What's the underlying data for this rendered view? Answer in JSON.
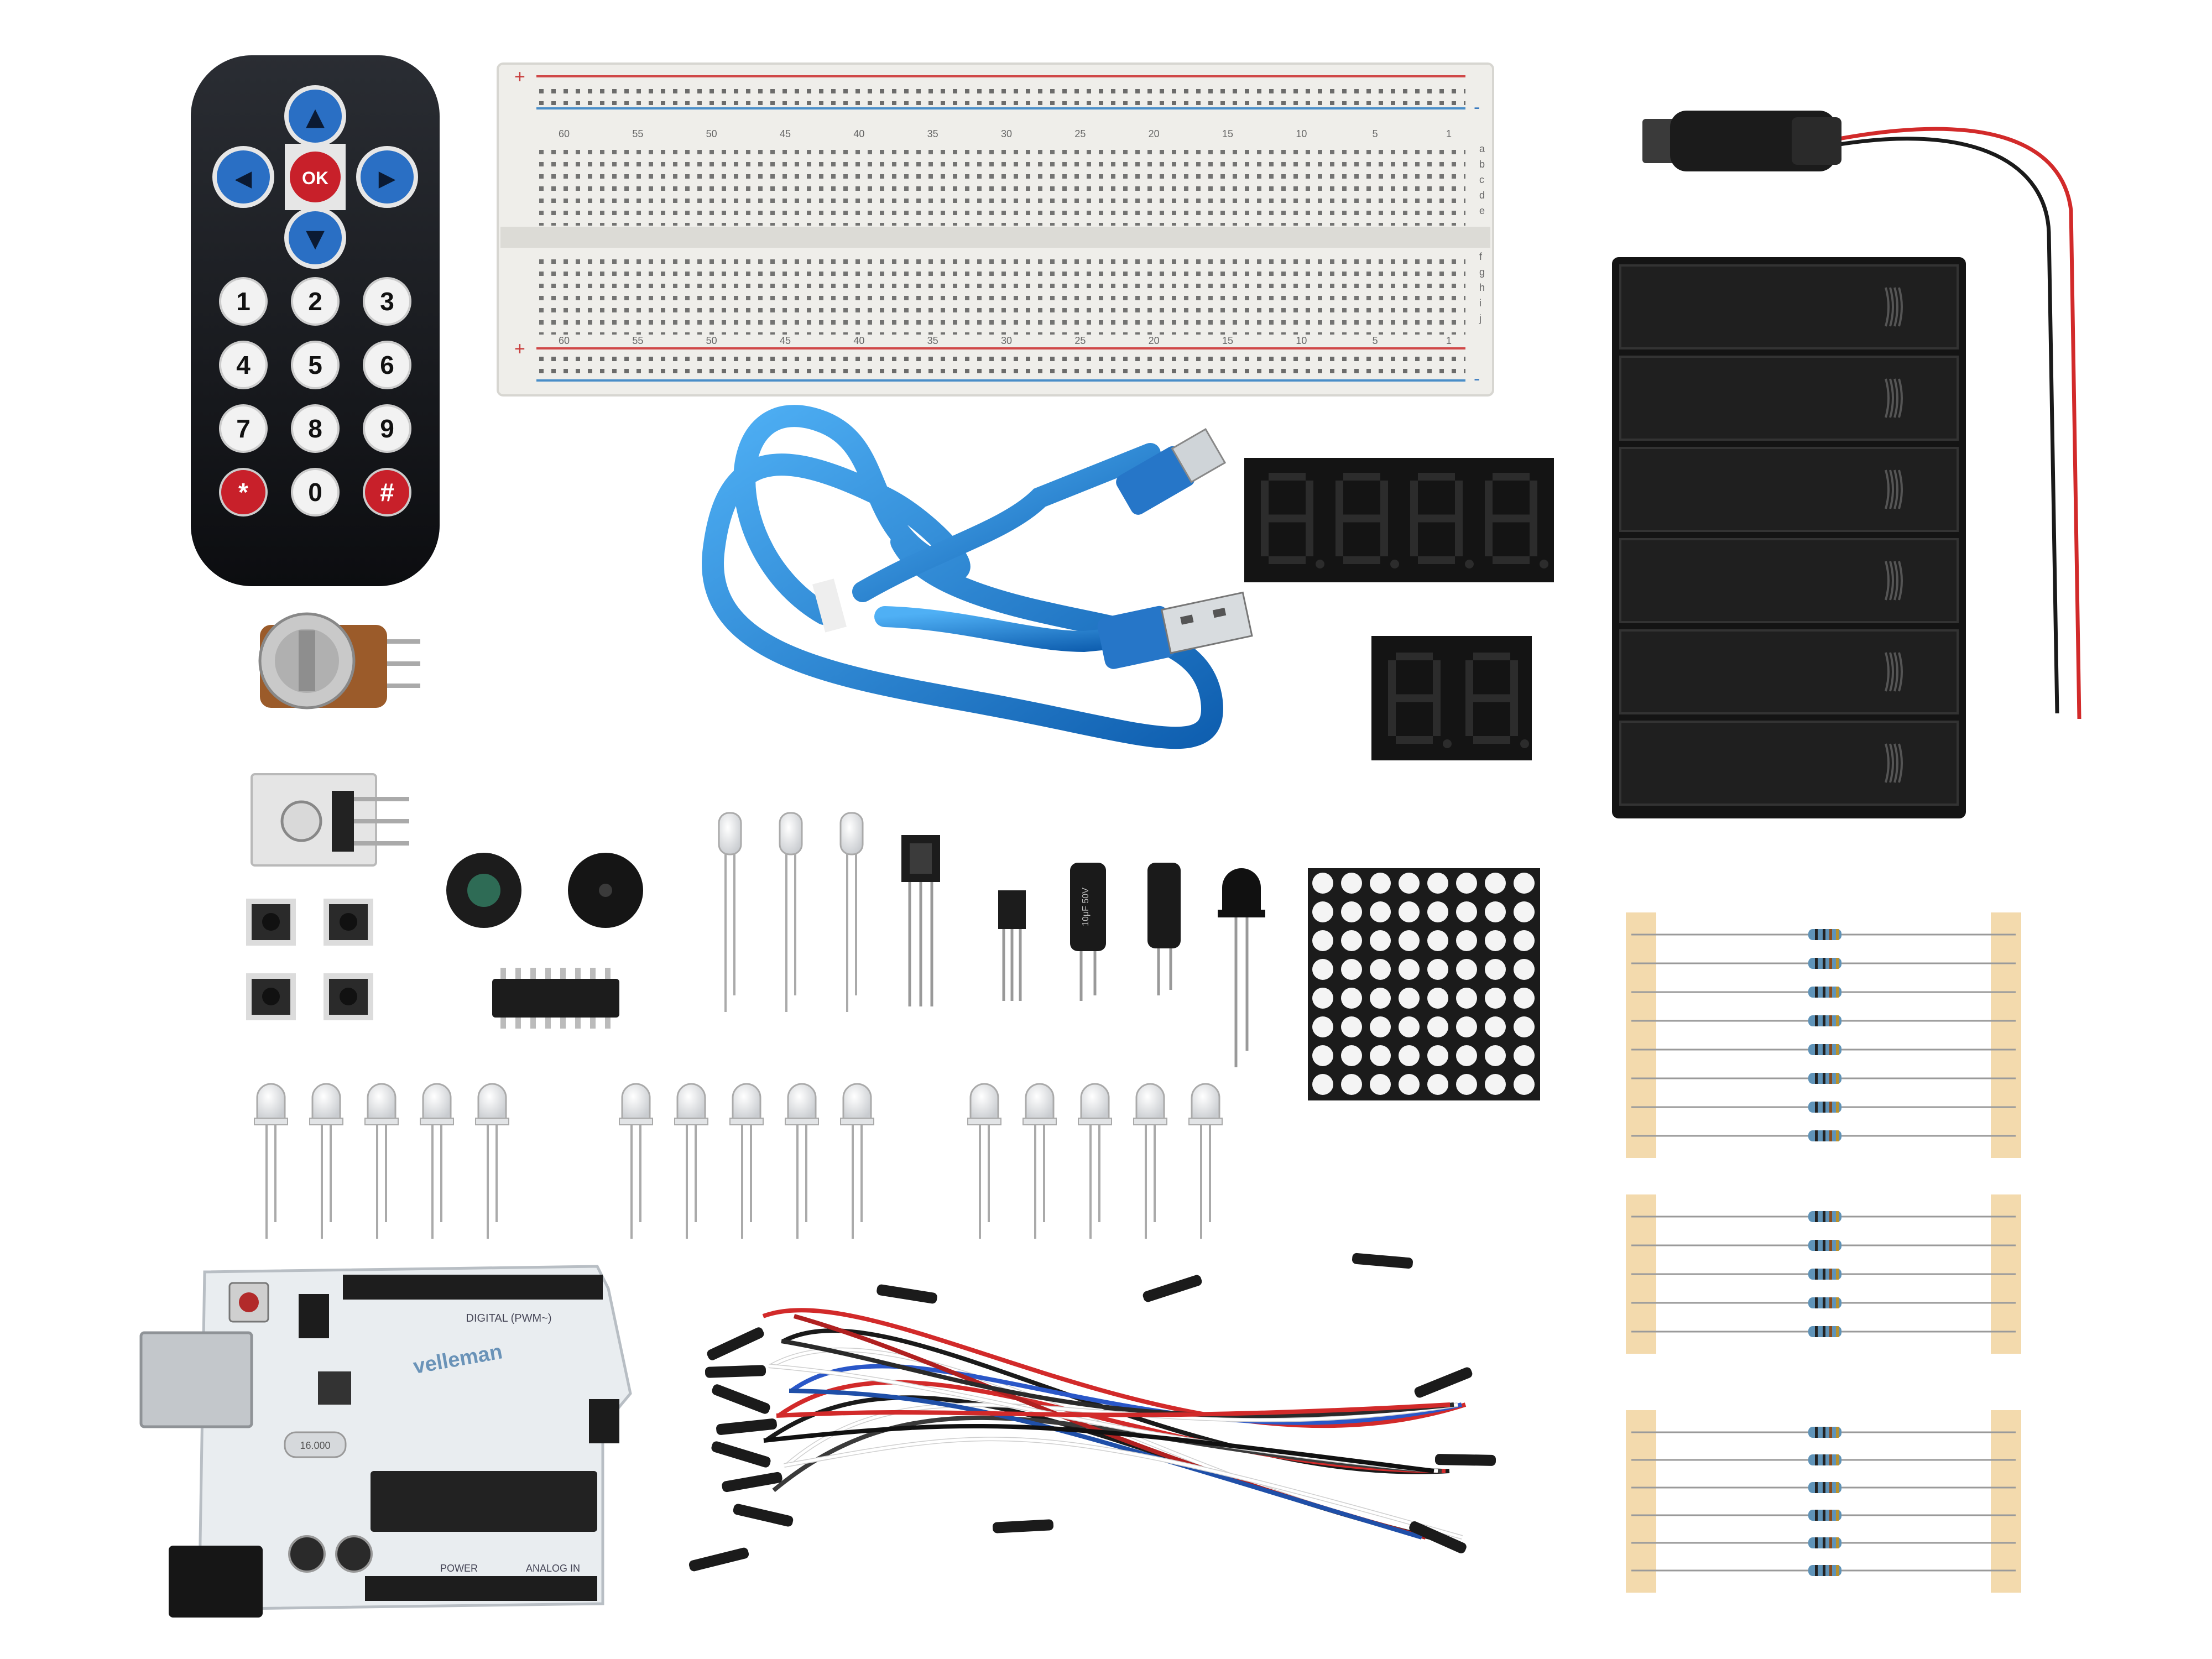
{
  "remote": {
    "ok_label": "OK",
    "keys": [
      "1",
      "2",
      "3",
      "4",
      "5",
      "6",
      "7",
      "8",
      "9",
      "*",
      "0",
      "#"
    ],
    "up_glyph": "▲",
    "down_glyph": "▼",
    "left_glyph": "◀",
    "right_glyph": "▶"
  },
  "breadboard": {
    "column_numbers": [
      "60",
      "55",
      "50",
      "45",
      "40",
      "35",
      "30",
      "25",
      "20",
      "15",
      "10",
      "5",
      "1"
    ],
    "row_letters_top": [
      "a",
      "b",
      "c",
      "d",
      "e"
    ],
    "row_letters_bottom": [
      "f",
      "g",
      "h",
      "i",
      "j"
    ],
    "rail_plus": "+",
    "rail_minus": "-"
  },
  "board": {
    "brand": "velleman",
    "digital_label": "DIGITAL (PWM~)",
    "power_label": "POWER",
    "analog_label": "ANALOG IN",
    "crystal_label": "16.000"
  },
  "capacitor": {
    "label": "10μF 50V"
  },
  "colors": {
    "remote_body": "#16181c",
    "dpad_blue": "#2a6fc4",
    "ok_red": "#c8202a",
    "cable_blue": "#1e7fd8",
    "board_body": "#e9edf0",
    "segment_red": "#2a2a2a",
    "resistor_tape": "#f2d6a4",
    "wire_red": "#d22a2a"
  },
  "icons": [
    "remote-control-icon",
    "breadboard-icon",
    "usb-cable-icon",
    "battery-holder-icon",
    "dc-jack-icon",
    "seven-segment-icon",
    "led-matrix-icon",
    "led-icon",
    "resistor-icon",
    "jumper-wire-icon",
    "microcontroller-board-icon",
    "potentiometer-icon",
    "pushbutton-icon",
    "buzzer-icon",
    "ic-chip-icon",
    "capacitor-icon",
    "transistor-icon",
    "ir-receiver-icon"
  ]
}
